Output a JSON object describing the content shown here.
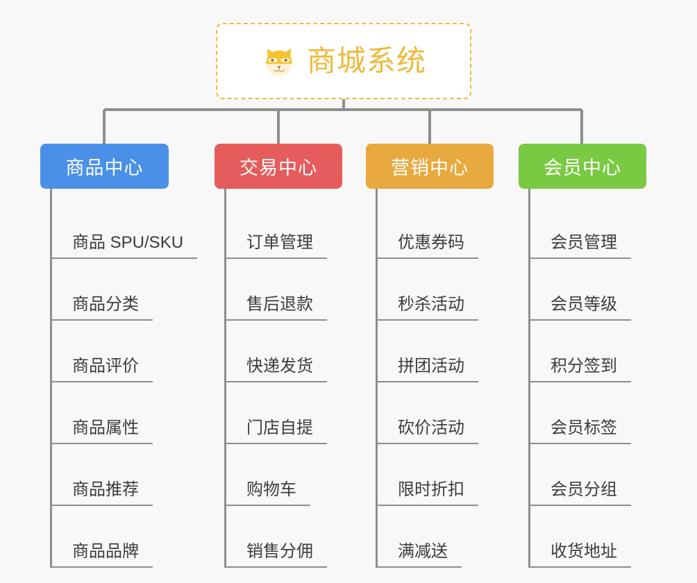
{
  "diagram": {
    "type": "mindmap-tree",
    "background_color": "#f8f8f8",
    "root": {
      "title": "商城系统",
      "icon": "shiba-dog-face-icon",
      "text_color": "#f0b93c",
      "border_color": "#f0b93c",
      "border_style": "dashed",
      "fill_color": "#ffffff"
    },
    "connector_color": "#8d8d8d",
    "branches": [
      {
        "title": "商品中心",
        "color": "#4a90e8",
        "leaves": [
          "商品 SPU/SKU",
          "商品分类",
          "商品评价",
          "商品属性",
          "商品推荐",
          "商品品牌"
        ]
      },
      {
        "title": "交易中心",
        "color": "#e65c5c",
        "leaves": [
          "订单管理",
          "售后退款",
          "快递发货",
          "门店自提",
          "购物车",
          "销售分佣"
        ]
      },
      {
        "title": "营销中心",
        "color": "#e8a93e",
        "leaves": [
          "优惠券码",
          "秒杀活动",
          "拼团活动",
          "砍价活动",
          "限时折扣",
          "满减送"
        ]
      },
      {
        "title": "会员中心",
        "color": "#7ac943",
        "leaves": [
          "会员管理",
          "会员等级",
          "积分签到",
          "会员标签",
          "会员分组",
          "收货地址"
        ]
      }
    ]
  }
}
